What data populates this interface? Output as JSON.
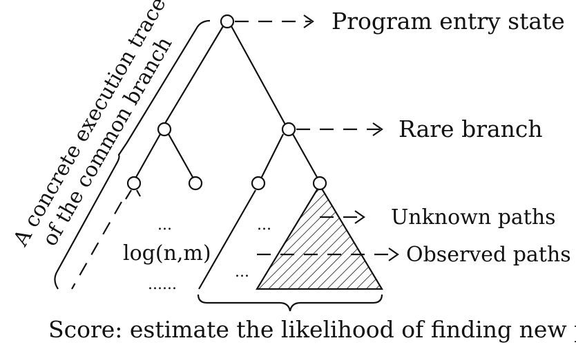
{
  "labels": {
    "entry": "Program entry state",
    "rare": "Rare branch",
    "unknown": "Unknown paths",
    "observed": "Observed paths",
    "score": "Score: estimate the likelihood of finding new paths",
    "trace_line1": "A concrete execution trace",
    "trace_line2": "of the common branch",
    "log": "log(n,m)",
    "dots_a": "...",
    "dots_b": "...",
    "dots_c": "...",
    "dots_d": "......"
  },
  "colors": {
    "ink": "#111111",
    "background": "#ffffff"
  }
}
